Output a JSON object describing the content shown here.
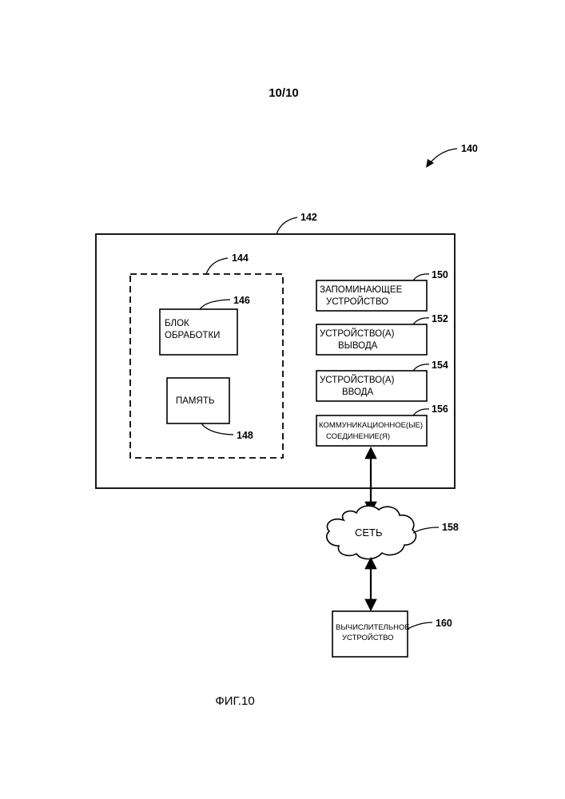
{
  "header": {
    "sheet_number": "10/10"
  },
  "figure": {
    "overall_ref": "140",
    "caption": "ФИГ.10"
  },
  "system": {
    "ref": "142",
    "processing_group": {
      "ref": "144",
      "processing_unit": {
        "ref": "146",
        "line1": "БЛОК",
        "line2": "ОБРАБОТКИ"
      },
      "memory": {
        "ref": "148",
        "label": "ПАМЯТЬ"
      }
    },
    "storage": {
      "ref": "150",
      "line1": "ЗАПОМИНАЮЩЕЕ",
      "line2": "УСТРОЙСТВО"
    },
    "output_devices": {
      "ref": "152",
      "line1": "УСТРОЙСТВО(А)",
      "line2": "ВЫВОДА"
    },
    "input_devices": {
      "ref": "154",
      "line1": "УСТРОЙСТВО(А)",
      "line2": "ВВОДА"
    },
    "comm_connections": {
      "ref": "156",
      "line1": "КОММУНИКАЦИОННОЕ(ЫЕ)",
      "line2": "СОЕДИНЕНИЕ(Я)"
    }
  },
  "network": {
    "ref": "158",
    "label": "СЕТЬ"
  },
  "computing_device": {
    "ref": "160",
    "line1": "ВЫЧИСЛИТЕЛЬНОЕ",
    "line2": "УСТРОЙСТВО"
  }
}
